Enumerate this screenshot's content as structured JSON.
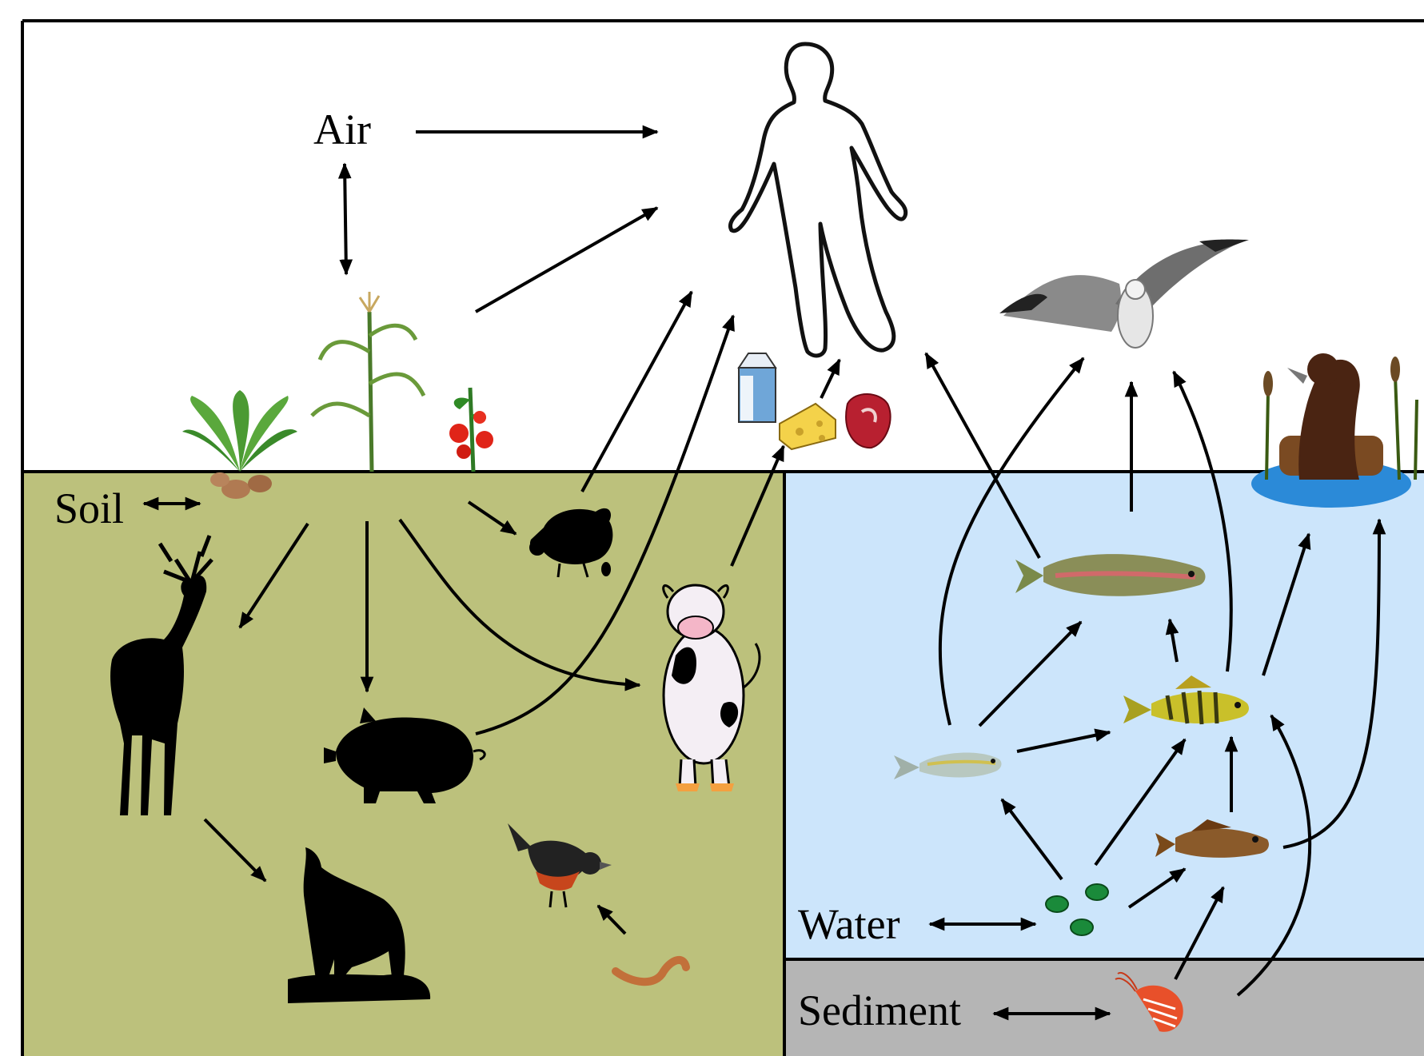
{
  "labels": {
    "air": "Air",
    "soil": "Soil",
    "water": "Water",
    "sediment": "Sediment"
  },
  "colors": {
    "soil": "#bcc17c",
    "water": "#cce5fb",
    "sediment": "#b5b5b5",
    "border": "#000000"
  },
  "icons": [
    "human-outline-icon",
    "seagull-icon",
    "otter-icon",
    "fern-potato-icon",
    "corn-plant-icon",
    "tomato-plant-icon",
    "milk-carton-icon",
    "cheese-icon",
    "steak-icon",
    "chicken-icon",
    "deer-icon",
    "pig-icon",
    "cow-icon",
    "wolf-icon",
    "bird-icon",
    "earthworm-icon",
    "trout-icon",
    "perch-icon",
    "minnow-icon",
    "sculpin-icon",
    "algae-icon",
    "shrimp-icon"
  ]
}
